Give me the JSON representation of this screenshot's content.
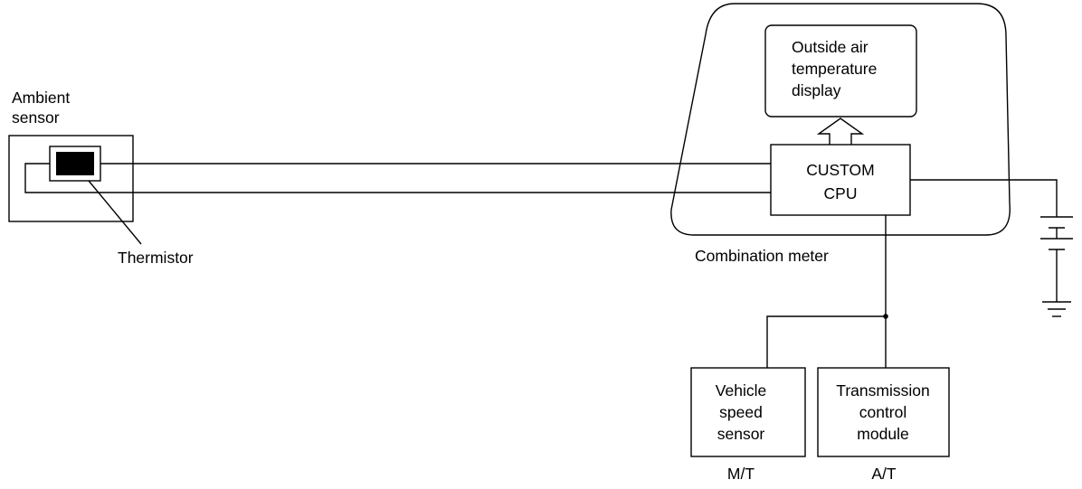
{
  "ambient_sensor": {
    "label_line1": "Ambient",
    "label_line2": "sensor"
  },
  "thermistor": {
    "label": "Thermistor"
  },
  "combination_meter": {
    "label": "Combination meter"
  },
  "outside_air_display": {
    "line1": "Outside air",
    "line2": "temperature",
    "line3": "display"
  },
  "custom_cpu": {
    "line1": "CUSTOM",
    "line2": "CPU"
  },
  "vehicle_speed_sensor": {
    "line1": "Vehicle",
    "line2": "speed",
    "line3": "sensor",
    "variant": "M/T"
  },
  "transmission_control_module": {
    "line1": "Transmission",
    "line2": "control",
    "line3": "module",
    "variant": "A/T"
  },
  "battery": {
    "icon": "battery-icon"
  },
  "ground": {
    "icon": "ground-icon"
  }
}
